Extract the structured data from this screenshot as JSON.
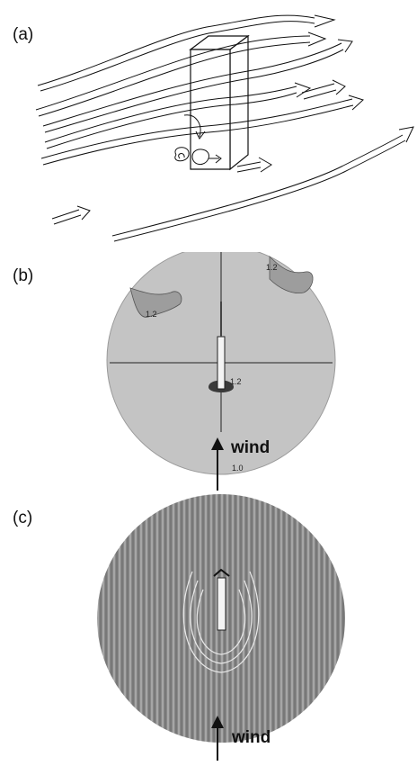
{
  "panels": {
    "a": {
      "label": "(a)"
    },
    "b": {
      "label": "(b)",
      "wind_label": "wind",
      "contour_labels": [
        "1.2",
        "1.2",
        "1.2",
        "1.0"
      ]
    },
    "c": {
      "label": "(c)",
      "wind_label": "wind"
    }
  },
  "colors": {
    "ink": "#111111",
    "plate_b": "#bdbdbd",
    "plate_c": "#8e8e8e",
    "dark_patch": "#3a3a3a"
  }
}
